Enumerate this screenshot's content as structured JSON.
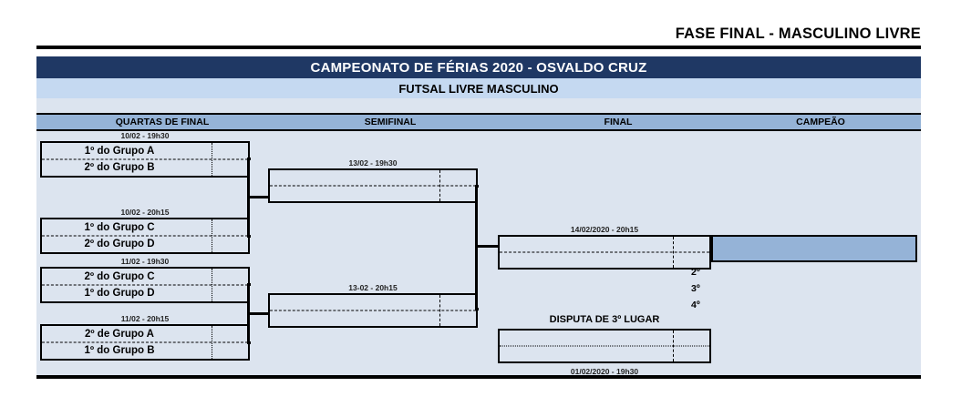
{
  "header": {
    "phase_title": "FASE FINAL - MASCULINO LIVRE"
  },
  "sheet": {
    "title": "CAMPEONATO DE FÉRIAS 2020 - OSVALDO CRUZ",
    "subtitle": "FUTSAL LIVRE MASCULINO",
    "round_headers": {
      "quarterfinal": "QUARTAS DE FINAL",
      "semifinal": "SEMIFINAL",
      "final": "FINAL",
      "champion": "CAMPEÃO"
    }
  },
  "bracket": {
    "quarterfinals": [
      {
        "datetime": "10/02 - 19h30",
        "home": "1º do Grupo A",
        "away": "2º do Grupo B"
      },
      {
        "datetime": "10/02 - 20h15",
        "home": "1º do Grupo C",
        "away": "2º do Grupo D"
      },
      {
        "datetime": "11/02 - 19h30",
        "home": "2º do Grupo C",
        "away": "1º do Grupo D"
      },
      {
        "datetime": "11/02 - 20h15",
        "home": "2º de Grupo A",
        "away": "1º do Grupo B"
      }
    ],
    "semifinals": [
      {
        "datetime": "13/02 - 19h30",
        "home": "",
        "away": ""
      },
      {
        "datetime": "13-02 - 20h15",
        "home": "",
        "away": ""
      }
    ],
    "final": {
      "datetime": "14/02/2020 - 20h15",
      "home": "",
      "away": ""
    },
    "third_place": {
      "caption": "DISPUTA DE 3º LUGAR",
      "datetime": "01/02/2020 - 19h30",
      "home": "",
      "away": ""
    },
    "champion": {
      "name": ""
    },
    "placements": [
      "2º",
      "3º",
      "4º"
    ]
  },
  "colors": {
    "title_bar": "#1f3864",
    "sub_bar": "#c5d9f1",
    "round_header": "#95b3d7",
    "sheet_bg": "#dce4ef",
    "champion_fill": "#95b3d7",
    "line": "#000000"
  }
}
